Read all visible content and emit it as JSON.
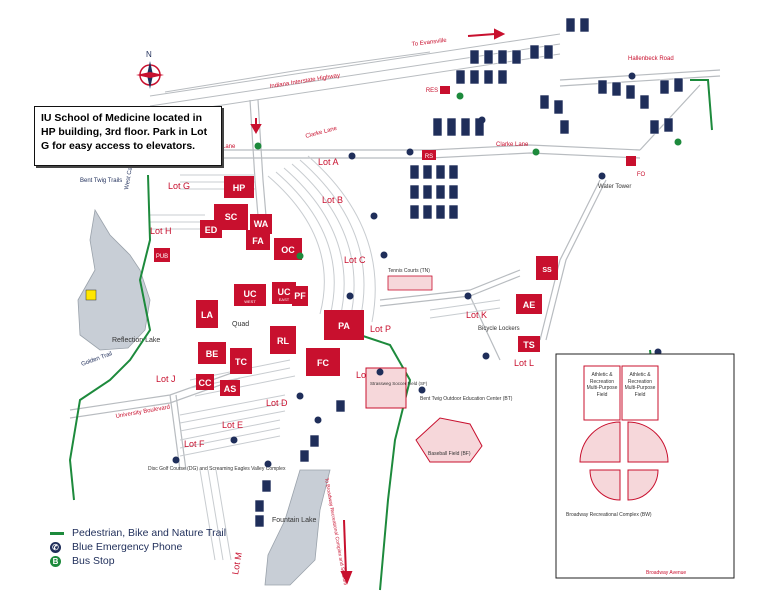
{
  "callout": {
    "text": "IU School of Medicine located in HP building, 3rd floor. Park in Lot G for easy access to elevators."
  },
  "compass": {
    "north": "N"
  },
  "roads": {
    "interstate": "Indiana Interstate Highway",
    "clarke_lane_1": "Clarke Lane",
    "clarke_lane_2": "Clarke Lane",
    "clarke_lane_3": "Clarke Lane",
    "university_blvd": "University Boulevard",
    "hallenbeck": "Hallenbeck Road",
    "to_evansville": "To Evansville",
    "to_broadway": "To Broadway Recreational Complex and Stadium",
    "broadway_avenue": "Broadway Avenue"
  },
  "buildings": [
    {
      "code": "HP"
    },
    {
      "code": "SC"
    },
    {
      "code": "ED"
    },
    {
      "code": "WA"
    },
    {
      "code": "FA"
    },
    {
      "code": "OC"
    },
    {
      "code": "UC",
      "sub": "WEST"
    },
    {
      "code": "UC",
      "sub": "EAST"
    },
    {
      "code": "PF"
    },
    {
      "code": "LA"
    },
    {
      "code": "RL"
    },
    {
      "code": "BE"
    },
    {
      "code": "TC"
    },
    {
      "code": "CC"
    },
    {
      "code": "AS"
    },
    {
      "code": "FC"
    },
    {
      "code": "PA"
    },
    {
      "code": "SS"
    },
    {
      "code": "AE"
    },
    {
      "code": "TS"
    },
    {
      "code": "PUB"
    },
    {
      "code": "RES"
    },
    {
      "code": "RS"
    },
    {
      "code": "FO"
    }
  ],
  "lots": [
    "Lot G",
    "Lot A",
    "Lot B",
    "Lot H",
    "Lot C",
    "Lot K",
    "Lot P",
    "Lot O",
    "Lot J",
    "Lot D",
    "Lot E",
    "Lot F",
    "Lot L",
    "Lot M"
  ],
  "places": {
    "reflection_lake": "Reflection Lake",
    "quad": "Quad",
    "fountain_lake": "Fountain Lake",
    "tennis_courts": "Tennis Courts (TN)",
    "soccer_field": "Strassweg Soccer Field (SF)",
    "baseball_field": "Baseball Field (BF)",
    "outdoor_center": "Bent Twig Outdoor Education Center (BT)",
    "bicycle_lockers": "Bicycle Lockers",
    "water_tower": "Water Tower",
    "disc_golf": "Disc Golf Course (DG) and Screaming Eagles Valley Complex",
    "bent_twig_trails": "Bent Twig Trails",
    "west_campus_trail": "West Campus Trail",
    "golden_trail": "Golden Trail",
    "broadway_complex": "Broadway Recreational Complex (BW)"
  },
  "inset": {
    "field1": "Athletic & Recreation Multi-Purpose Field",
    "field2": "Athletic & Recreation Multi-Purpose Field"
  },
  "legend": {
    "trail": "Pedestrian, Bike and Nature Trail",
    "phone": "Blue Emergency Phone",
    "bus": "Bus Stop",
    "phone_glyph": "✆",
    "bus_glyph": "B"
  },
  "colors": {
    "building": "#c8102e",
    "housing": "#1f2e5a",
    "trail": "#1d8a3c",
    "road": "#bfc3c7",
    "lake": "#c8ced6"
  }
}
